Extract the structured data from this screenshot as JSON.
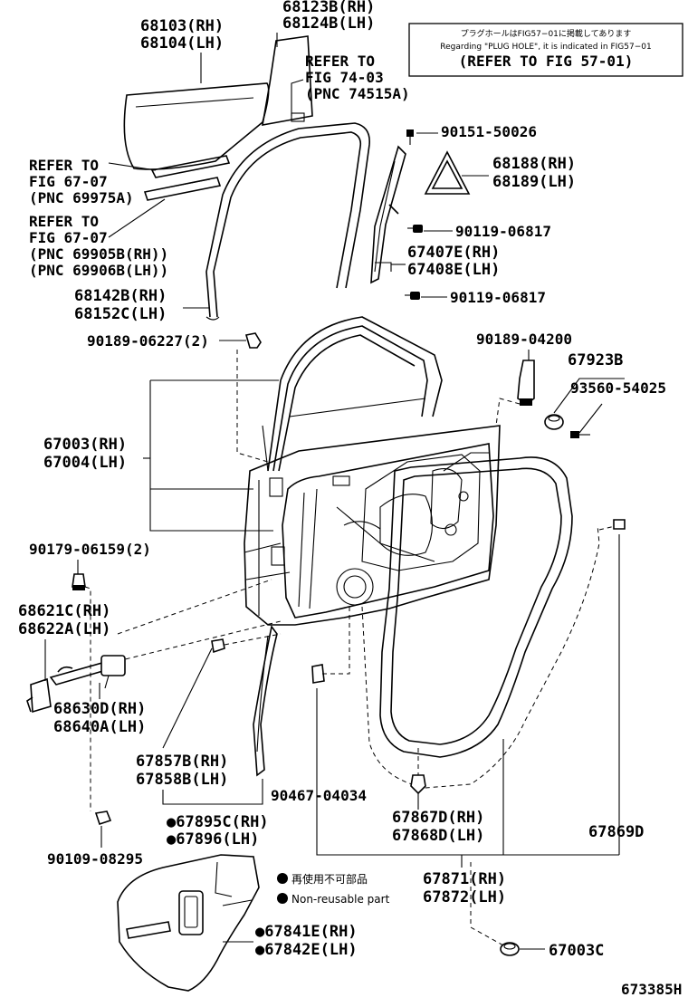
{
  "note": {
    "japanese": "プラグホールはFIG57−01に掲載してあります",
    "english": "Regarding \"PLUG HOLE\", it is indicated in FIG57−01",
    "refer": "(REFER TO FIG 57-01)"
  },
  "labels": {
    "p68103": "68103(RH)",
    "p68104": "68104(LH)",
    "p68123": "68123B(RH)",
    "p68124": "68124B(LH)",
    "refer7403_1": "REFER TO",
    "refer7403_2": "FIG 74-03",
    "refer7403_3": "(PNC 74515A)",
    "p9015150026": "90151-50026",
    "refer6707a_1": "REFER TO",
    "refer6707a_2": "FIG 67-07",
    "refer6707a_3": "(PNC 69975A)",
    "p68188": "68188(RH)",
    "p68189": "68189(LH)",
    "refer6707b_1": "REFER TO",
    "refer6707b_2": "FIG 67-07",
    "refer6707b_3": "(PNC 69905B(RH))",
    "refer6707b_4": "(PNC 69906B(LH))",
    "p9011906817a": "90119-06817",
    "p67407": "67407E(RH)",
    "p67408": "67408E(LH)",
    "p9011906817b": "90119-06817",
    "p68142": "68142B(RH)",
    "p68152": "68152C(LH)",
    "p9018906227": "90189-06227(2)",
    "p9018904200": "90189-04200",
    "p67923": "67923B",
    "p9356054025": "93560-54025",
    "p67003": "67003(RH)",
    "p67004": "67004(LH)",
    "p9017906159": "90179-06159(2)",
    "p68621": "68621C(RH)",
    "p68622": "68622A(LH)",
    "p68630": "68630D(RH)",
    "p68640": "68640A(LH)",
    "p67857": "67857B(RH)",
    "p67858": "67858B(LH)",
    "p9046704034": "90467-04034",
    "p67895": "●67895C(RH)",
    "p67896": "●67896(LH)",
    "p67867": "67867D(RH)",
    "p67868": "67868D(LH)",
    "p67869": "67869D",
    "p9010908295": "90109-08295",
    "p67871": "67871(RH)",
    "p67872": "67872(LH)",
    "p67841": "●67841E(RH)",
    "p67842": "●67842E(LH)",
    "p67003c": "67003C"
  },
  "legend": {
    "jp": "再使用不可部品",
    "en": "Non-reusable part"
  },
  "figure_id": "673385H"
}
